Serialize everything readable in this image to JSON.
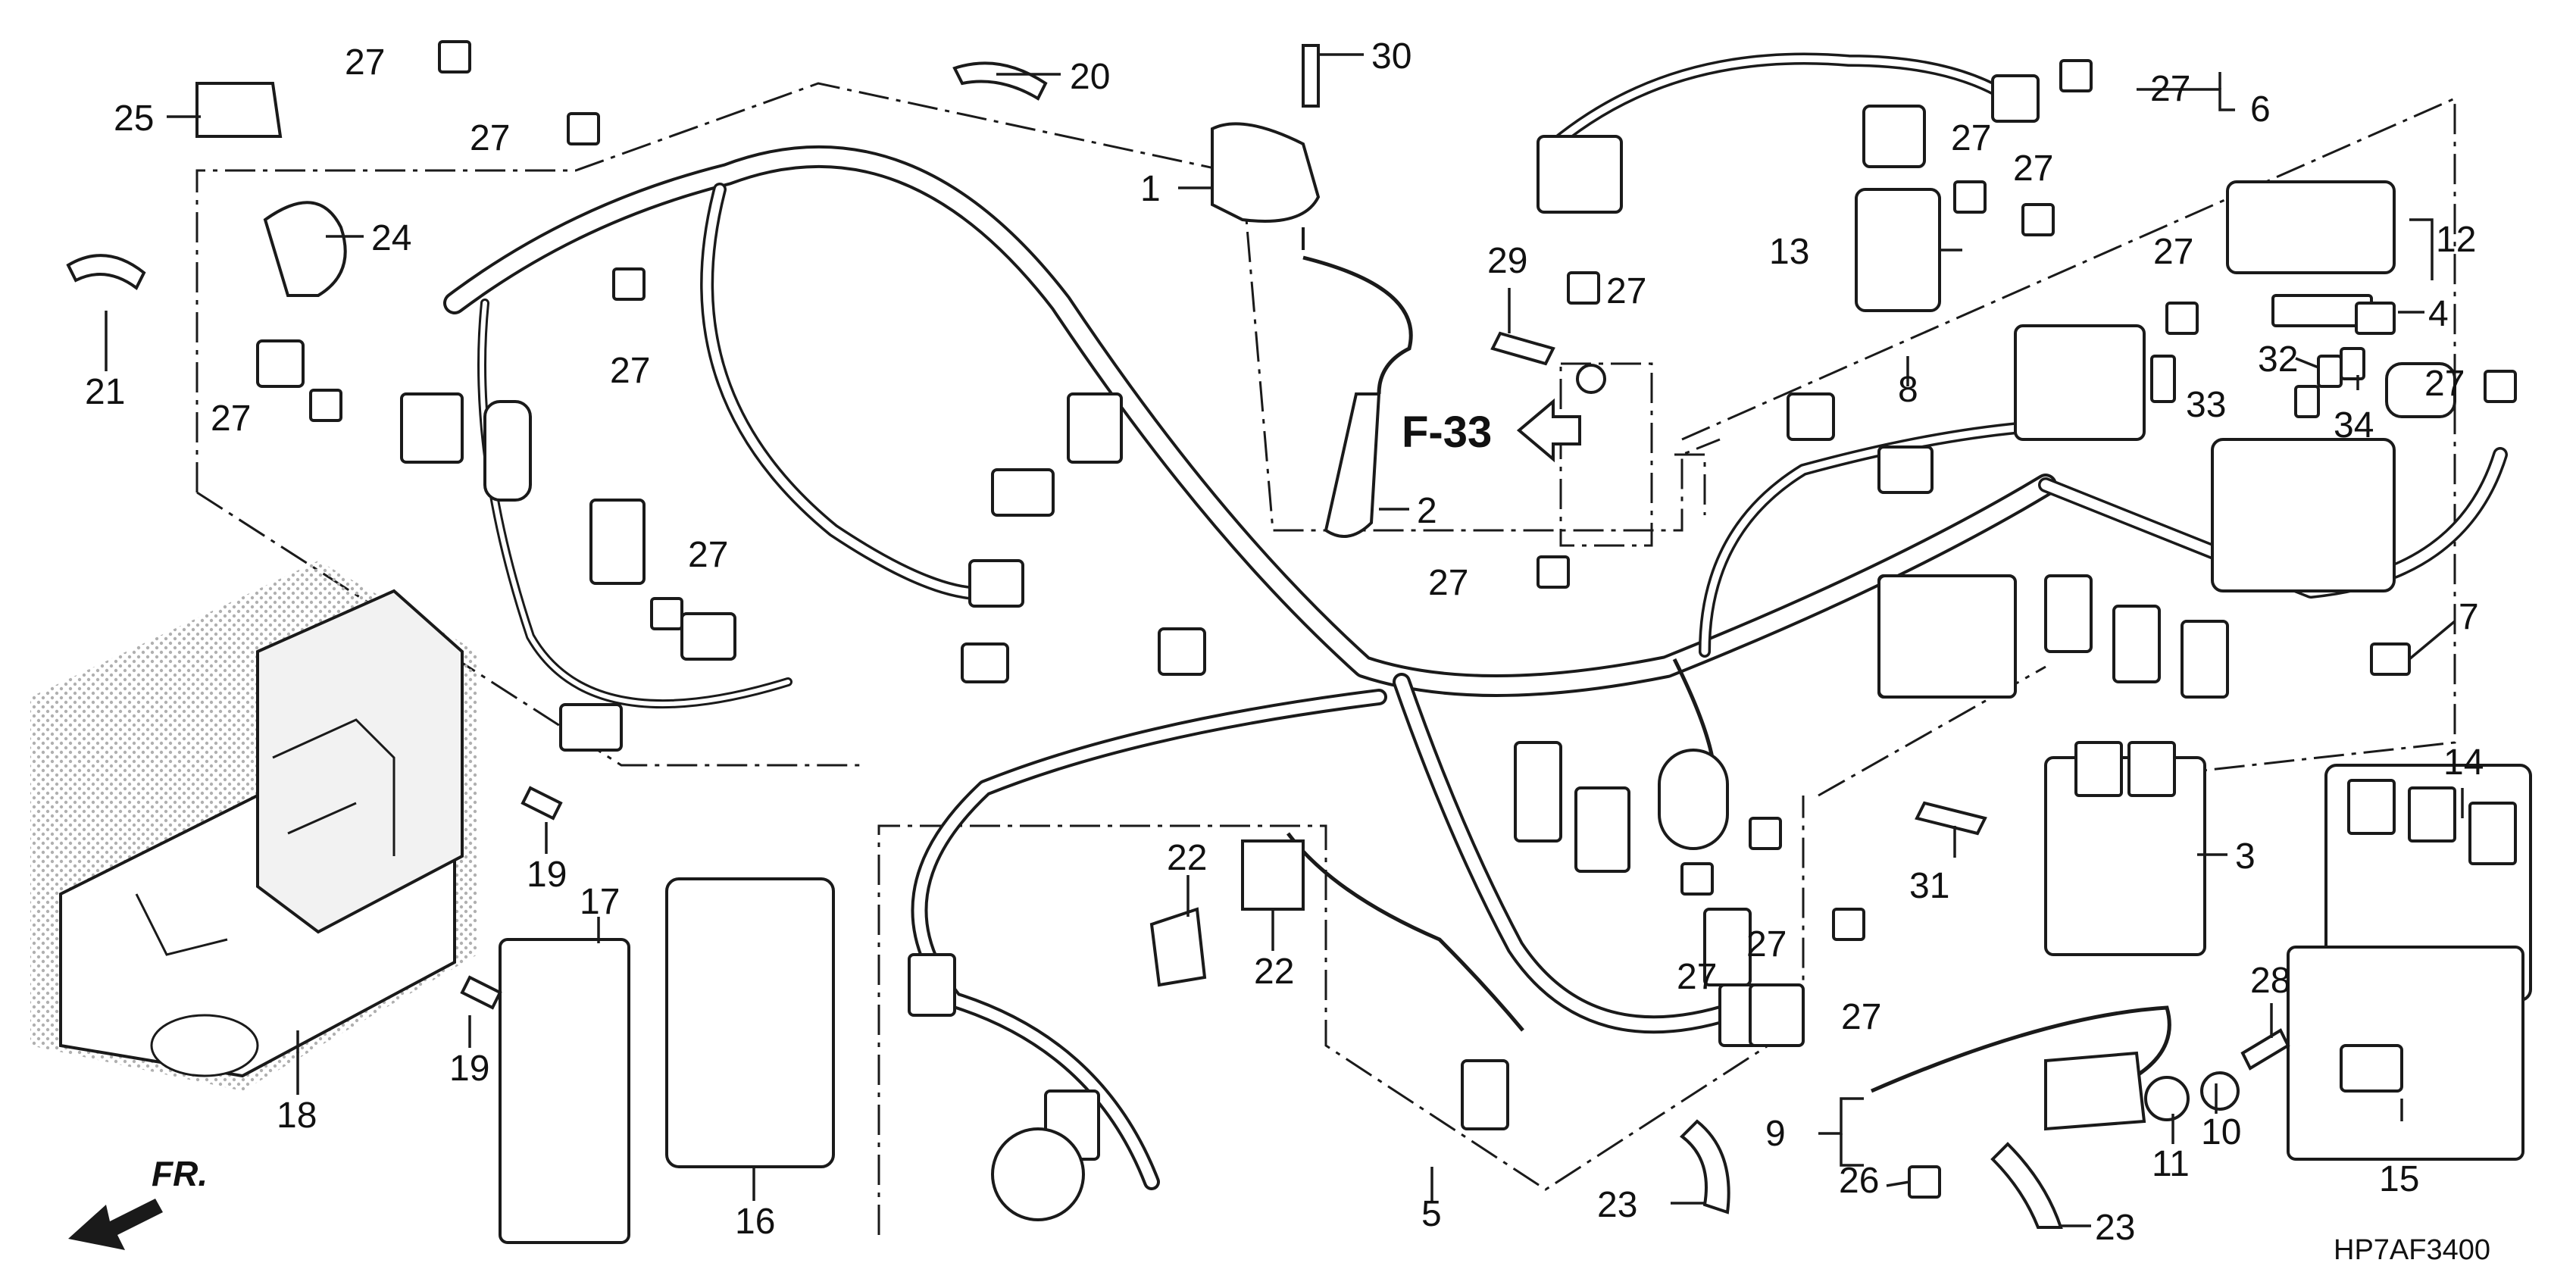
{
  "diagram": {
    "reference_label": "F-33",
    "direction_label": "FR.",
    "diagram_code": "HP7AF3400",
    "callouts": [
      "1",
      "2",
      "3",
      "4",
      "5",
      "6",
      "7",
      "8",
      "9",
      "10",
      "11",
      "12",
      "13",
      "14",
      "15",
      "16",
      "17",
      "18",
      "19",
      "19",
      "20",
      "21",
      "22",
      "22",
      "23",
      "23",
      "24",
      "25",
      "26",
      "27",
      "27",
      "27",
      "27",
      "27",
      "27",
      "27",
      "27",
      "27",
      "27",
      "27",
      "27",
      "27",
      "27",
      "27",
      "28",
      "29",
      "30",
      "31",
      "32",
      "33",
      "34"
    ],
    "colors": {
      "line": "#1a1a1a",
      "shade": "#cfcfcf",
      "background": "#ffffff"
    }
  }
}
